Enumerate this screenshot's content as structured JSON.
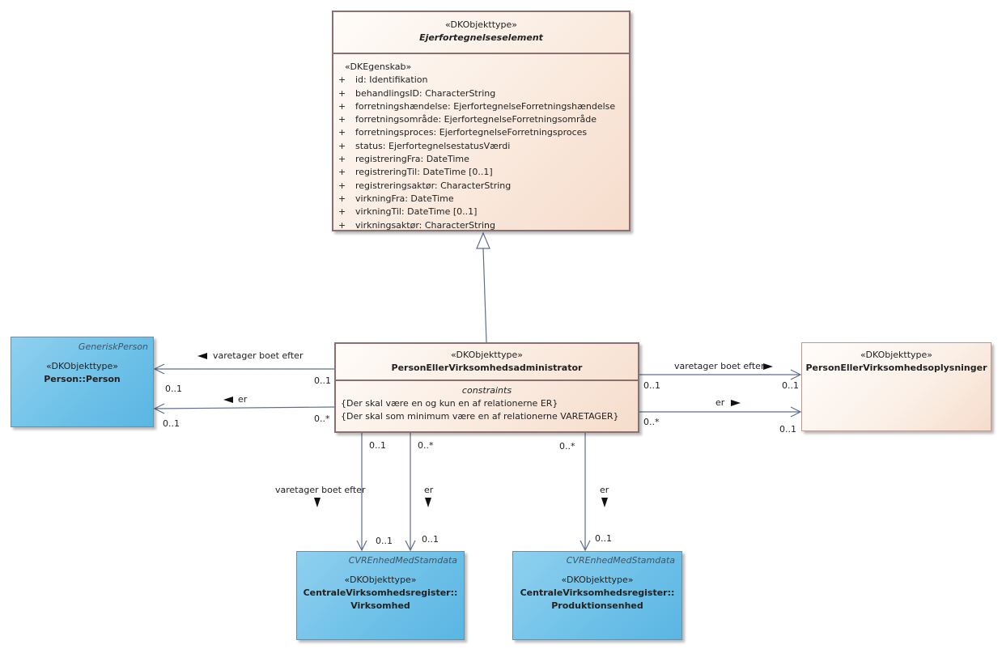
{
  "colors": {
    "line": "#5c6f8f",
    "peach_border": "#8c6f6f",
    "blue_fill": "#6cc0e8"
  },
  "classes": {
    "ejer": {
      "stereotype": "«DKObjekttype»",
      "name": "Ejerfortegnelseselement",
      "attr_stereotype": "«DKEgenskab»",
      "attributes": [
        {
          "vis": "+",
          "text": "id: Identifikation"
        },
        {
          "vis": "+",
          "text": "behandlingsID: CharacterString"
        },
        {
          "vis": "+",
          "text": "forretningshændelse: EjerfortegnelseForretningshændelse"
        },
        {
          "vis": "+",
          "text": "forretningsområde: EjerfortegnelseForretningsområde"
        },
        {
          "vis": "+",
          "text": "forretningsproces: EjerfortegnelseForretningsproces"
        },
        {
          "vis": "+",
          "text": "status: EjerfortegnelsestatusVærdi"
        },
        {
          "vis": "+",
          "text": "registreringFra: DateTime"
        },
        {
          "vis": "+",
          "text": "registreringTil: DateTime [0..1]"
        },
        {
          "vis": "+",
          "text": "registreringsaktør: CharacterString"
        },
        {
          "vis": "+",
          "text": "virkningFra: DateTime"
        },
        {
          "vis": "+",
          "text": "virkningTil: DateTime [0..1]"
        },
        {
          "vis": "+",
          "text": "virkningsaktør: CharacterString"
        }
      ]
    },
    "person": {
      "parent": "GeneriskPerson",
      "stereotype": "«DKObjekttype»",
      "name": "Person::Person"
    },
    "admin": {
      "stereotype": "«DKObjekttype»",
      "name": "PersonEllerVirksomhedsadministrator",
      "constraints_label": "constraints",
      "constraints": [
        "{Der skal være en og kun en af relationerne ER}",
        "{Der skal som minimum være en af relationerne VARETAGER}"
      ]
    },
    "oplys": {
      "stereotype": "«DKObjekttype»",
      "name": "PersonEllerVirksomhedsoplysninger"
    },
    "virksomhed": {
      "parent": "CVREnhedMedStamdata",
      "stereotype": "«DKObjekttype»",
      "name_line1": "CentraleVirksomhedsregister::",
      "name_line2": "Virksomhed"
    },
    "produktion": {
      "parent": "CVREnhedMedStamdata",
      "stereotype": "«DKObjekttype»",
      "name_line1": "CentraleVirksomhedsregister::",
      "name_line2": "Produktionsenhed"
    }
  },
  "associations": {
    "left_top": {
      "label": "varetager boet efter",
      "mult_source": "0..1",
      "mult_target": "0..1"
    },
    "left_bottom": {
      "label": "er",
      "mult_source": "0..*",
      "mult_target": "0..1"
    },
    "right_top": {
      "label": "varetager boet efter",
      "mult_source": "0..1",
      "mult_target": "0..1"
    },
    "right_bottom": {
      "label": "er",
      "mult_source": "0..*",
      "mult_target": "0..1"
    },
    "down_varetager": {
      "label": "varetager boet efter",
      "mult_source": "0..1",
      "mult_target": "0..1"
    },
    "down_er_virk": {
      "label": "er",
      "mult_source": "0..*",
      "mult_target": "0..1"
    },
    "down_er_prod": {
      "label": "er",
      "mult_source": "0..*",
      "mult_target": "0..1"
    }
  }
}
